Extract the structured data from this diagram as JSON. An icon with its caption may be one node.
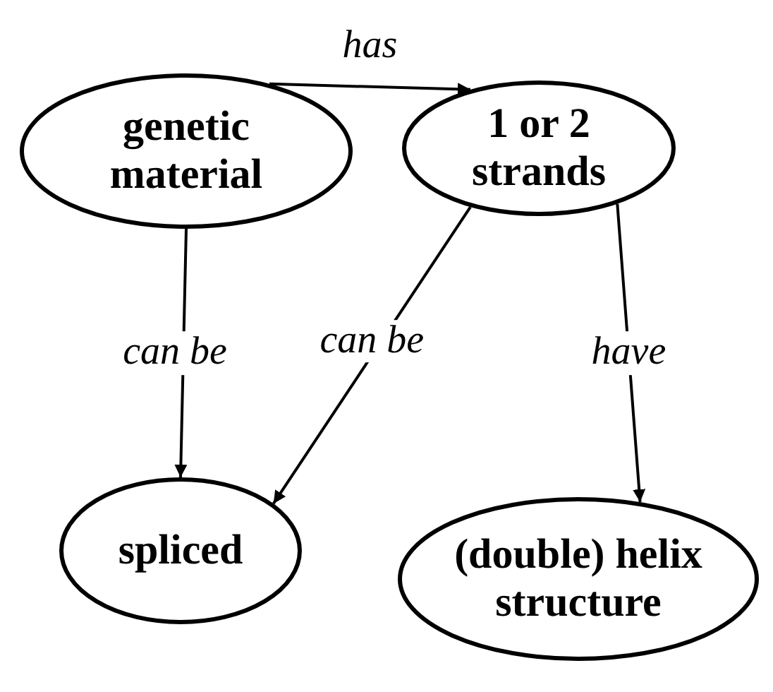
{
  "diagram": {
    "nodes": [
      {
        "text": [
          "genetic material"
        ]
      },
      {
        "text": [
          "1 or 2 strands"
        ]
      },
      {
        "text": [
          "spliced"
        ]
      },
      {
        "text": [
          "(double) helix structure"
        ]
      }
    ],
    "edges": [
      {
        "from": 0,
        "to": 1,
        "arrow": "to",
        "label": "has"
      },
      {
        "from": 0,
        "to": 2,
        "arrow": "to",
        "label": "can be"
      },
      {
        "from": 1,
        "to": 2,
        "arrow": "to",
        "label": "can be"
      },
      {
        "from": 1,
        "to": 3,
        "arrow": "to",
        "label": "have"
      }
    ]
  }
}
